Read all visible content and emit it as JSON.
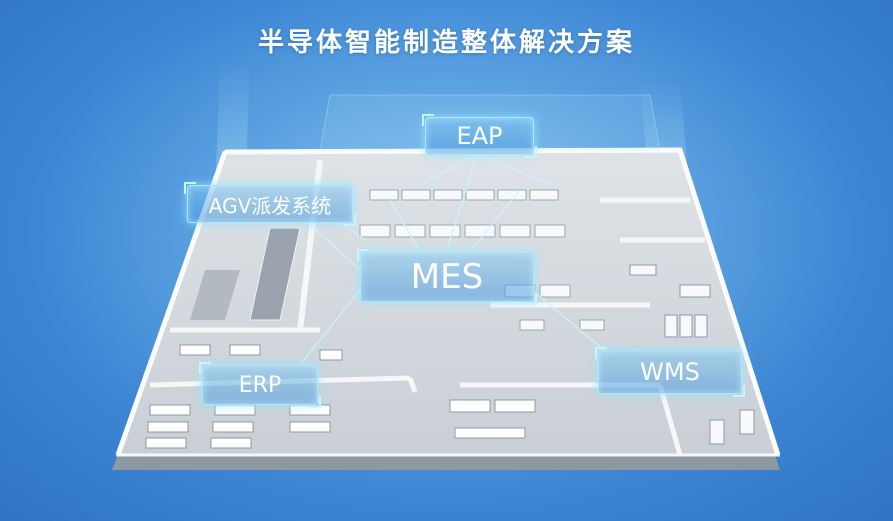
{
  "title": "半导体智能制造整体解决方案",
  "systems": {
    "eap": "EAP",
    "agv": "AGV派发系统",
    "mes": "MES",
    "erp": "ERP",
    "wms": "WMS"
  },
  "colors": {
    "background": "#4a93dc",
    "floor": "#e8ebee",
    "wall": "#f7f8f9",
    "glow": "#a8ecff"
  }
}
